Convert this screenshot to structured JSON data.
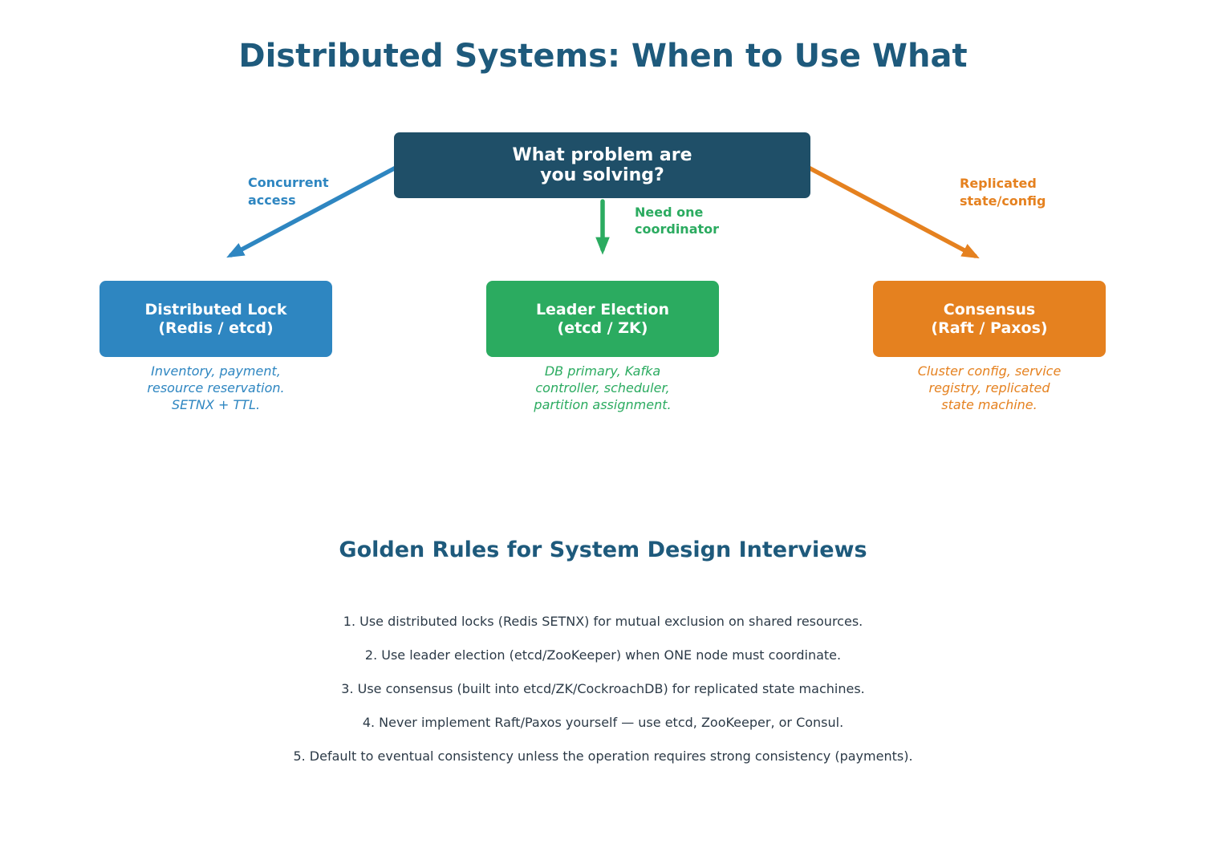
{
  "title": "Distributed Systems: When to Use What",
  "colors": {
    "heading": "#1e5a7c",
    "navy": "#1f4f68",
    "blue": "#2e86c1",
    "green": "#2bab60",
    "orange": "#e5811f",
    "text": "#2c3a47"
  },
  "decision": {
    "label": "What problem are\nyou solving?"
  },
  "branches": [
    {
      "label": "Concurrent\naccess",
      "color": "#2e86c1"
    },
    {
      "label": "Need one\ncoordinator",
      "color": "#2bab60"
    },
    {
      "label": "Replicated\nstate/config",
      "color": "#e5811f"
    }
  ],
  "nodes": [
    {
      "title": "Distributed Lock\n(Redis / etcd)",
      "caption": "Inventory, payment,\nresource reservation.\nSETNX + TTL.",
      "color": "#2e86c1"
    },
    {
      "title": "Leader Election\n(etcd / ZK)",
      "caption": "DB primary, Kafka\ncontroller, scheduler,\npartition assignment.",
      "color": "#2bab60"
    },
    {
      "title": "Consensus\n(Raft / Paxos)",
      "caption": "Cluster config, service\nregistry, replicated\nstate machine.",
      "color": "#e5811f"
    }
  ],
  "rules": {
    "heading": "Golden Rules for System Design Interviews",
    "items": [
      "1. Use distributed locks (Redis SETNX) for mutual exclusion on shared resources.",
      "2. Use leader election (etcd/ZooKeeper) when ONE node must coordinate.",
      "3. Use consensus (built into etcd/ZK/CockroachDB) for replicated state machines.",
      "4. Never implement Raft/Paxos yourself — use etcd, ZooKeeper, or Consul.",
      "5. Default to eventual consistency unless the operation requires strong consistency (payments)."
    ]
  }
}
